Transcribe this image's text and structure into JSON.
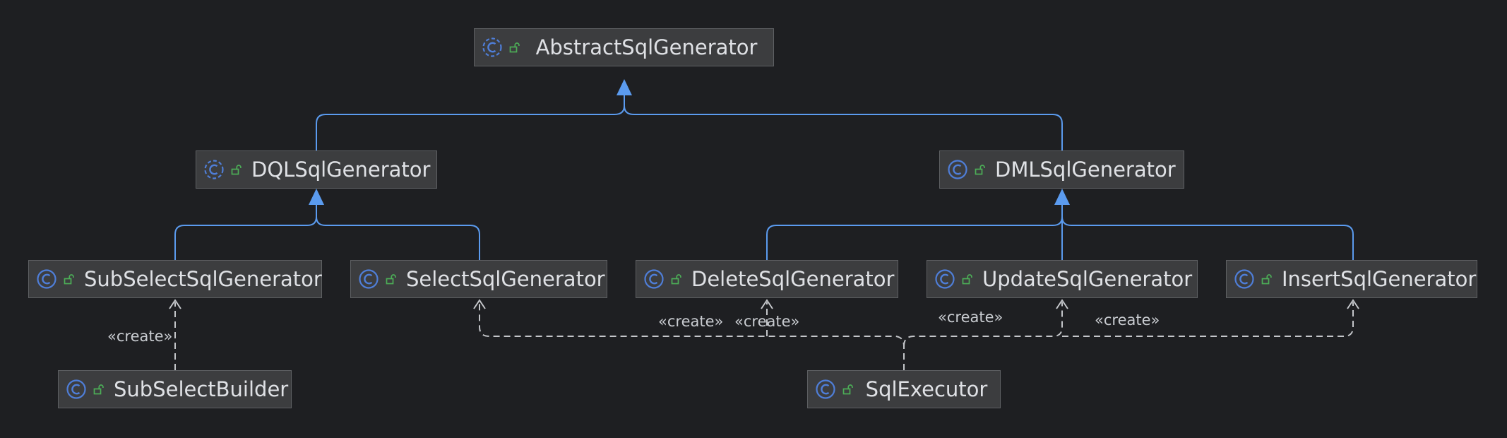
{
  "diagram": {
    "classes": [
      {
        "id": "abstract",
        "name": "AbstractSqlGenerator",
        "abstract": true,
        "icon": "abstract-class-icon",
        "access_icon": "public-lock-icon"
      },
      {
        "id": "dql",
        "name": "DQLSqlGenerator",
        "abstract": true,
        "icon": "abstract-class-icon",
        "access_icon": "public-lock-icon"
      },
      {
        "id": "dml",
        "name": "DMLSqlGenerator",
        "abstract": false,
        "icon": "class-icon",
        "access_icon": "public-lock-icon"
      },
      {
        "id": "subselect",
        "name": "SubSelectSqlGenerator",
        "abstract": false,
        "icon": "class-icon",
        "access_icon": "public-lock-icon"
      },
      {
        "id": "select",
        "name": "SelectSqlGenerator",
        "abstract": false,
        "icon": "class-icon",
        "access_icon": "public-lock-icon"
      },
      {
        "id": "delete",
        "name": "DeleteSqlGenerator",
        "abstract": false,
        "icon": "class-icon",
        "access_icon": "public-lock-icon"
      },
      {
        "id": "update",
        "name": "UpdateSqlGenerator",
        "abstract": false,
        "icon": "class-icon",
        "access_icon": "public-lock-icon"
      },
      {
        "id": "insert",
        "name": "InsertSqlGenerator",
        "abstract": false,
        "icon": "class-icon",
        "access_icon": "public-lock-icon"
      },
      {
        "id": "builder",
        "name": "SubSelectBuilder",
        "abstract": false,
        "icon": "class-icon",
        "access_icon": "public-lock-icon"
      },
      {
        "id": "executor",
        "name": "SqlExecutor",
        "abstract": false,
        "icon": "class-icon",
        "access_icon": "public-lock-icon"
      }
    ],
    "inheritance": [
      {
        "from": "dql",
        "to": "abstract"
      },
      {
        "from": "dml",
        "to": "abstract"
      },
      {
        "from": "subselect",
        "to": "dql"
      },
      {
        "from": "select",
        "to": "dql"
      },
      {
        "from": "delete",
        "to": "dml"
      },
      {
        "from": "update",
        "to": "dml"
      },
      {
        "from": "insert",
        "to": "dml"
      }
    ],
    "dependencies": [
      {
        "from": "builder",
        "to": "subselect",
        "label": "«create»"
      },
      {
        "from": "executor",
        "to": "select",
        "label": "«create»"
      },
      {
        "from": "executor",
        "to": "delete",
        "label": "«create»"
      },
      {
        "from": "executor",
        "to": "update",
        "label": "«create»"
      },
      {
        "from": "executor",
        "to": "insert",
        "label": "«create»"
      }
    ],
    "colors": {
      "background": "#1e1f22",
      "node_fill": "#3c3d3f",
      "node_border": "#5e6063",
      "text": "#dfe1e5",
      "inheritance_line": "#5b9bef",
      "dependency_line": "#c4c6ca",
      "class_icon": "#4f7ed8",
      "access_icon": "#4cae57"
    }
  }
}
